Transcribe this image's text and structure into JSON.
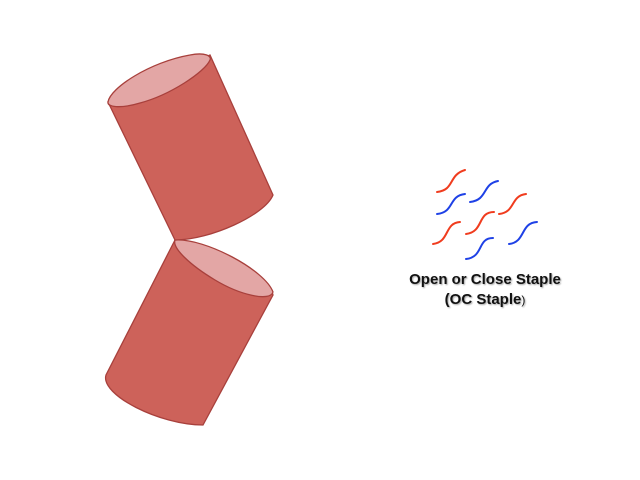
{
  "diagram": {
    "caption_line1": "Open or Close Staple",
    "caption_line2_main": "(OC Staple",
    "caption_line2_close": ")",
    "colors": {
      "cylinder_body": "#cd625a",
      "cylinder_top": "#e3a6a5",
      "cylinder_outline": "#a8403c",
      "staple_red": "#f03c1e",
      "staple_blue": "#1e41e6",
      "background": "#ffffff"
    },
    "cylinders": [
      {
        "name": "upper-cylinder",
        "orientation": "tilted",
        "open_end": "top-left"
      },
      {
        "name": "lower-cylinder",
        "orientation": "tilted",
        "open_end": "top-right"
      }
    ],
    "staples": [
      {
        "color": "red"
      },
      {
        "color": "blue"
      },
      {
        "color": "blue"
      },
      {
        "color": "red"
      },
      {
        "color": "red"
      },
      {
        "color": "red"
      },
      {
        "color": "red"
      },
      {
        "color": "blue"
      },
      {
        "color": "blue"
      }
    ]
  }
}
